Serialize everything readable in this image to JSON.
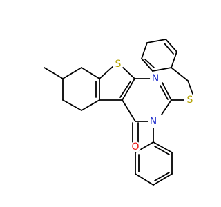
{
  "molecule": {
    "atoms": [
      {
        "id": "S1",
        "label": "S",
        "color": "#b3a200"
      },
      {
        "id": "N1",
        "label": "N",
        "color": "#1f2ecc"
      },
      {
        "id": "S2",
        "label": "S",
        "color": "#b3a200"
      },
      {
        "id": "N2",
        "label": "N",
        "color": "#1f2ecc"
      },
      {
        "id": "O1",
        "label": "O",
        "color": "#e8100b"
      }
    ],
    "bond_color": "#000000"
  }
}
